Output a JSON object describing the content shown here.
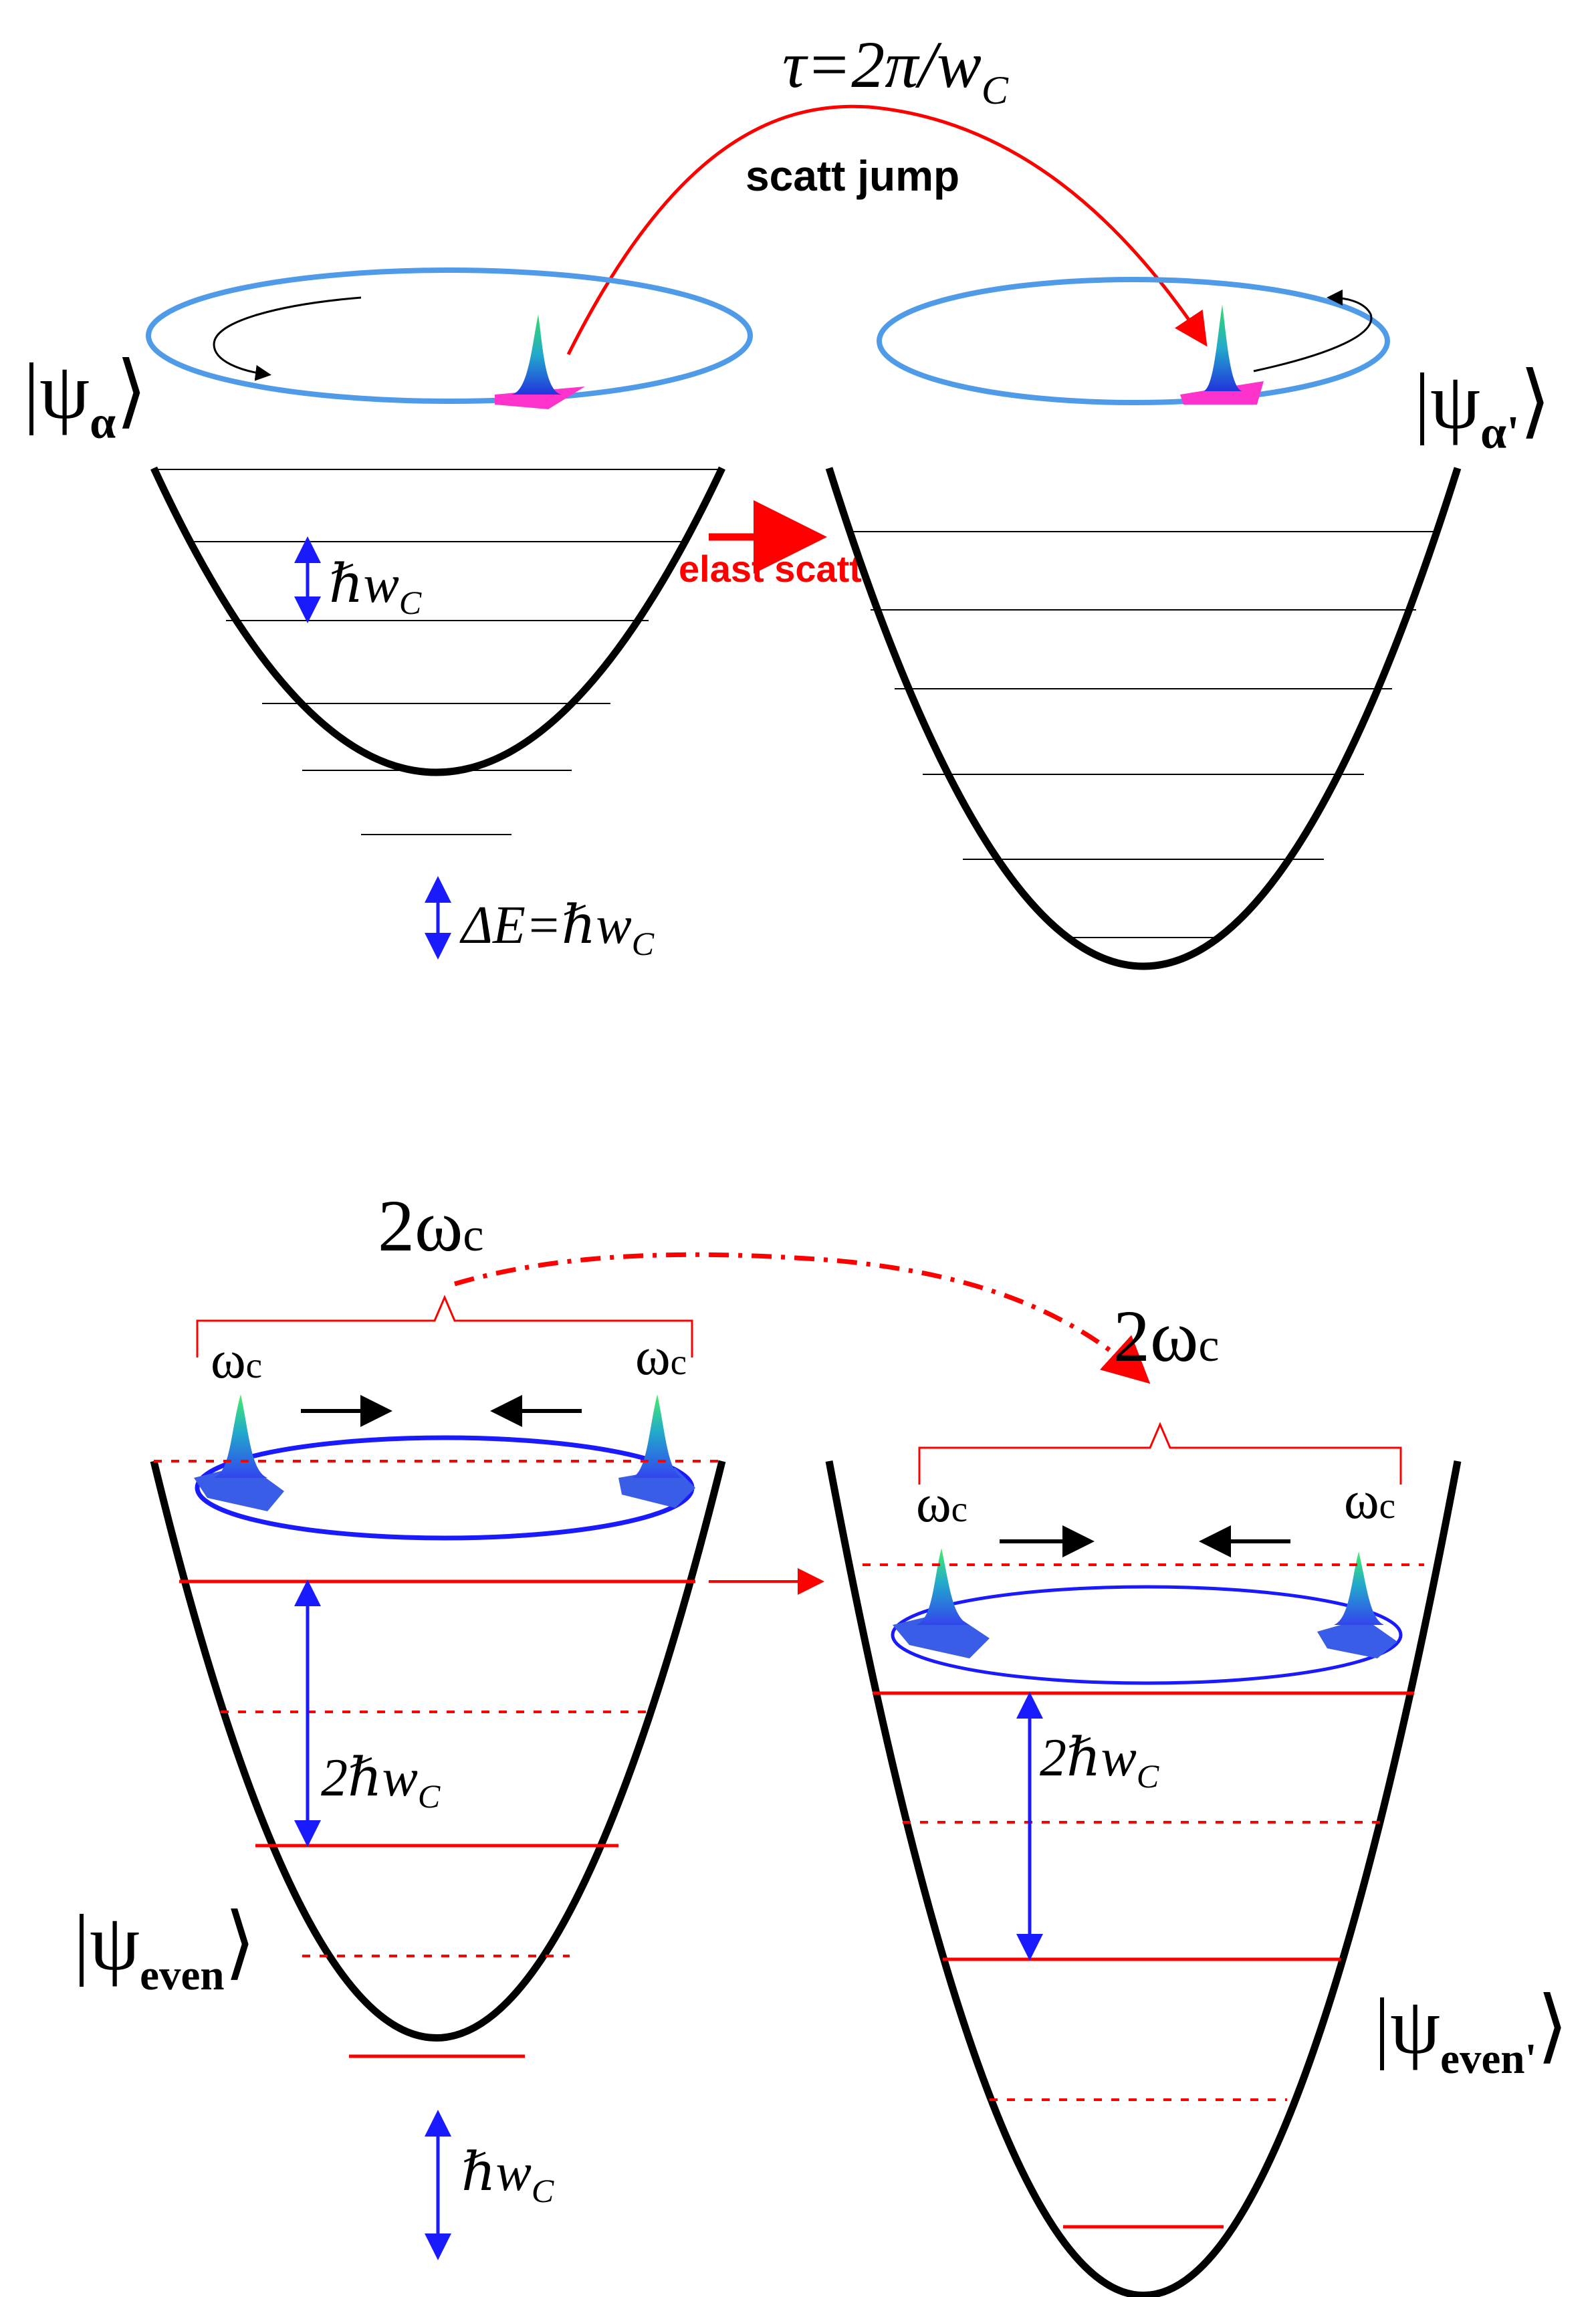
{
  "colors": {
    "red": "#ff0000",
    "blue": "#1a1aff",
    "light_blue": "#4f9be8",
    "black": "#000000",
    "magenta": "#ff33cc"
  },
  "top": {
    "period_label": "τ=2π/w",
    "period_sub": "C",
    "scatt_jump": "scatt jump",
    "elast_scatt": "elast scatt",
    "psi_left": "|ψ",
    "psi_left_sub": "α",
    "psi_right": "|ψ",
    "psi_right_sub": "α'",
    "ket_close": "⟩",
    "level_spacing": "ℏw",
    "level_spacing_sub": "C",
    "delta_e": "ΔE=ℏw",
    "delta_e_sub": "C"
  },
  "bottom": {
    "two_omega_left": "2ω",
    "two_omega_left_sub": "c",
    "two_omega_right": "2ω",
    "two_omega_right_sub": "c",
    "omega": "ω",
    "omega_sub": "c",
    "two_hbar_left": "2ℏw",
    "two_hbar_left_sub": "C",
    "two_hbar_right": "2ℏw",
    "two_hbar_right_sub": "C",
    "hbar_bottom": "ℏw",
    "hbar_bottom_sub": "C",
    "psi_even": "|ψ",
    "psi_even_sub": "even",
    "psi_even_prime": "|ψ",
    "psi_even_prime_sub": "even'",
    "ket_close": "⟩"
  }
}
